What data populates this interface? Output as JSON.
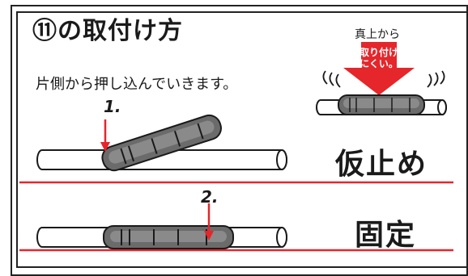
{
  "heading": {
    "title": "⑪の取付け方"
  },
  "instruction": {
    "text": "片側から押し込んでいきます。"
  },
  "inset": {
    "view_label": "真上から",
    "arrow_line1": "取り付け",
    "arrow_line2": "にくい。"
  },
  "steps": [
    {
      "marker": "1.",
      "label": "仮止め"
    },
    {
      "marker": "2.",
      "label": "固定"
    }
  ],
  "colors": {
    "accent_red": "#e5262b",
    "part_gray": "#6b6b6b",
    "ink": "#1a1a1a"
  }
}
